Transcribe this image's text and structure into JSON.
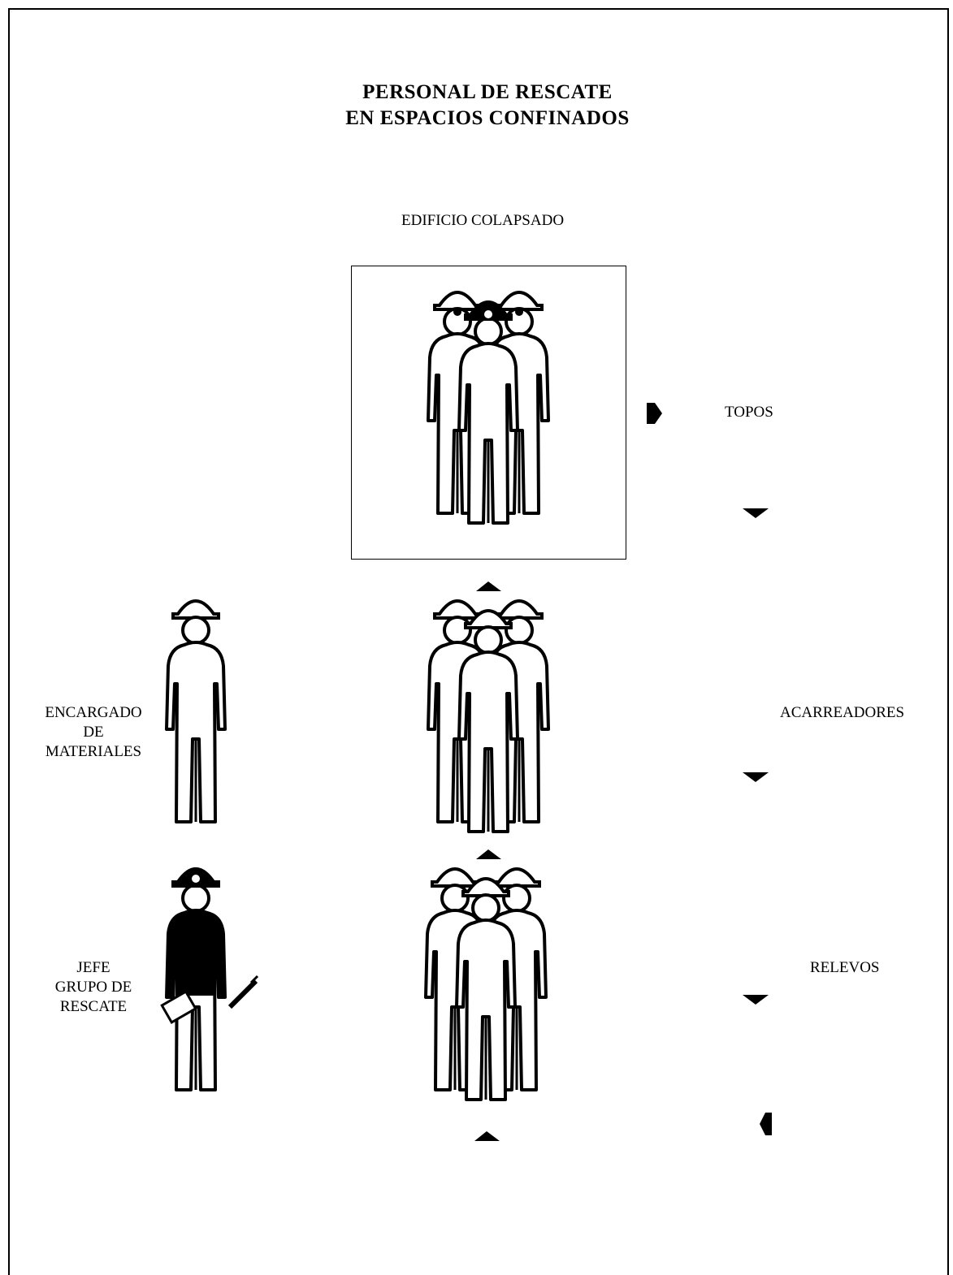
{
  "title": {
    "line1": "PERSONAL DE RESCATE",
    "line2": "EN ESPACIOS CONFINADOS"
  },
  "building_label": "EDIFICIO COLAPSADO",
  "roles": {
    "topos": "TOPOS",
    "acarreadores": "ACARREADORES",
    "relevos": "RELEVOS",
    "materiales": [
      "ENCARGADO",
      "DE",
      "MATERIALES"
    ],
    "jefe": [
      "JEFE",
      "GRUPO DE",
      "RESCATE"
    ]
  },
  "colors": {
    "ink": "#000000",
    "paper": "#ffffff"
  }
}
